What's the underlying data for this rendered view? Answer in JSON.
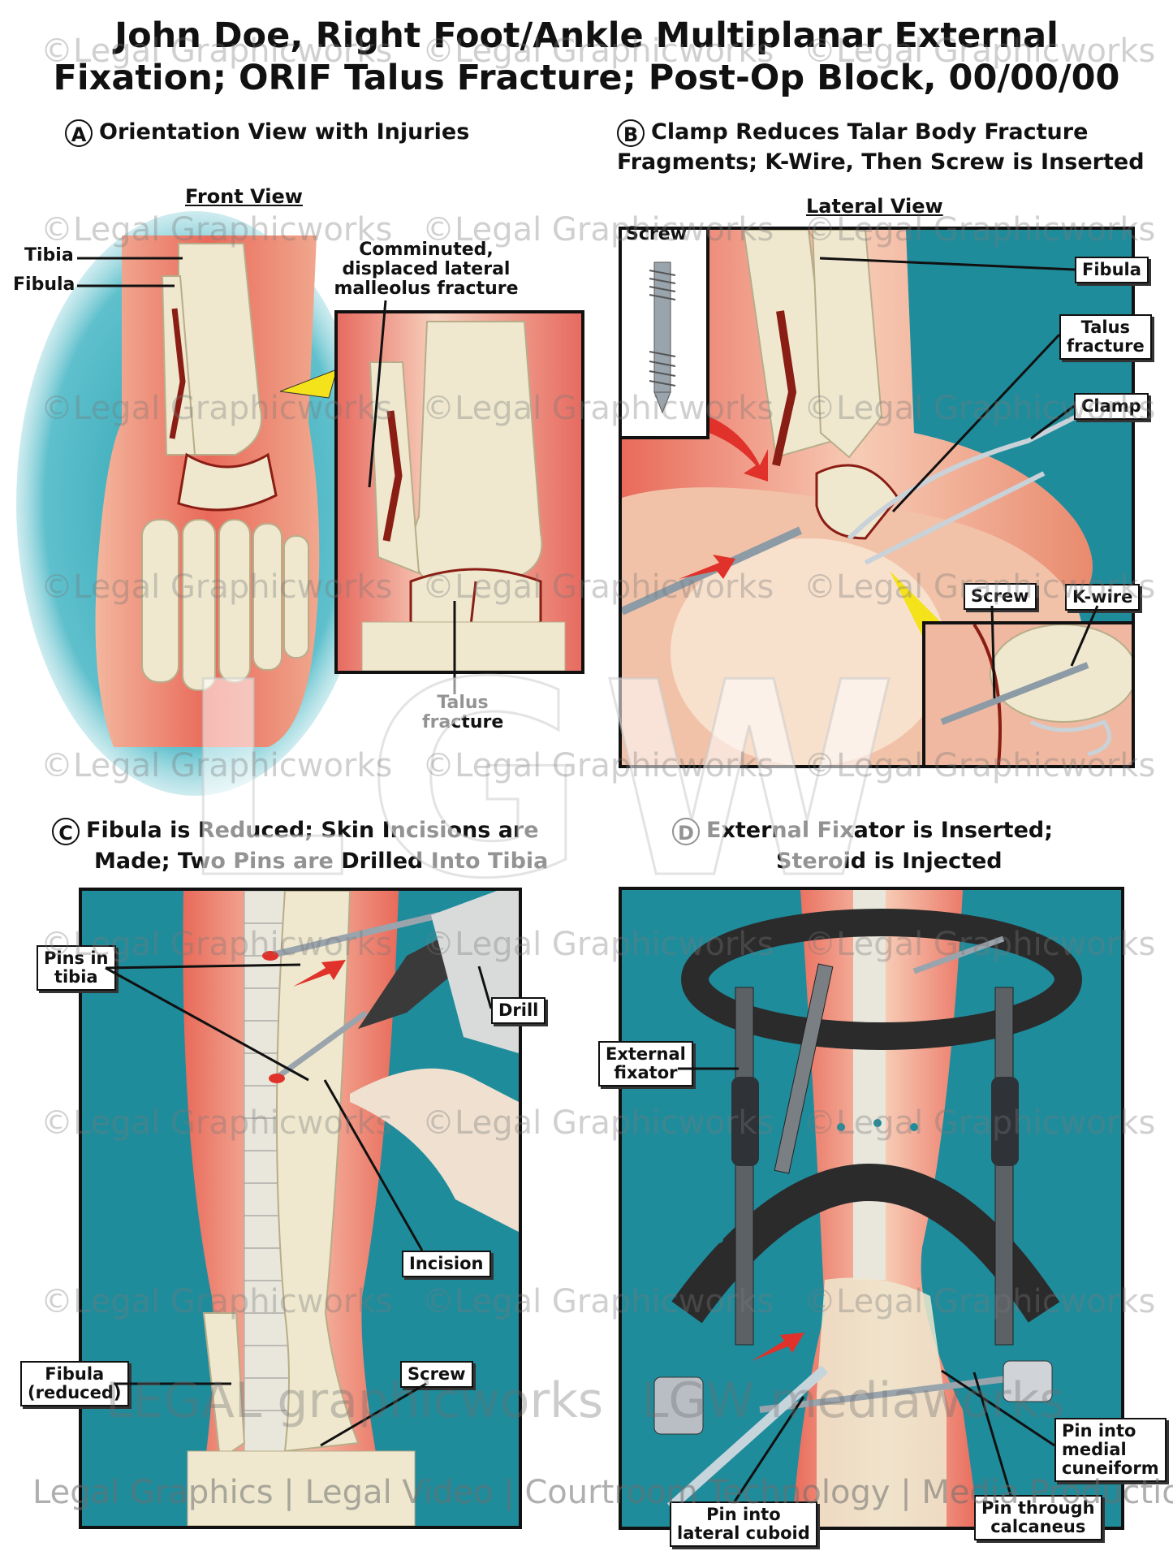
{
  "title_line1": "John Doe, Right Foot/Ankle Multiplanar External",
  "title_line2": "Fixation; ORIF Talus Fracture; Post-Op Block, 00/00/00",
  "panels": {
    "a": {
      "badge": "A",
      "title": "Orientation View with Injuries",
      "view_label": "Front View",
      "labels": {
        "tibia": "Tibia",
        "fibula": "Fibula",
        "fracture_l1": "Comminuted,",
        "fracture_l2": "displaced lateral",
        "fracture_l3": "malleolus fracture",
        "talus_l1": "Talus",
        "talus_l2": "fracture"
      }
    },
    "b": {
      "badge": "B",
      "title_l1": "Clamp Reduces Talar Body Fracture",
      "title_l2": "Fragments; K-Wire, Then Screw is Inserted",
      "view_label": "Lateral View",
      "labels": {
        "screw": "Screw",
        "fibula": "Fibula",
        "talus_l1": "Talus",
        "talus_l2": "fracture",
        "clamp": "Clamp",
        "screw2": "Screw",
        "kwire": "K-wire"
      }
    },
    "c": {
      "badge": "C",
      "title_l1": "Fibula is Reduced; Skin Incisions are",
      "title_l2": "Made; Two Pins are Drilled Into Tibia",
      "labels": {
        "pins_l1": "Pins in",
        "pins_l2": "tibia",
        "drill": "Drill",
        "incision": "Incision",
        "fibula_l1": "Fibula",
        "fibula_l2": "(reduced)",
        "screw": "Screw"
      }
    },
    "d": {
      "badge": "D",
      "title_l1": "External Fixator is Inserted;",
      "title_l2": "Steroid is Injected",
      "labels": {
        "fixator_l1": "External",
        "fixator_l2": "fixator",
        "medial_l1": "Pin into",
        "medial_l2": "medial",
        "medial_l3": "cuneiform",
        "cuboid_l1": "Pin into",
        "cuboid_l2": "lateral cuboid",
        "calc_l1": "Pin through",
        "calc_l2": "calcaneus"
      }
    }
  },
  "watermark": "©Legal Graphicworks",
  "watermark_logo": "LGW",
  "watermark_big": "LEGAL graphicworks",
  "watermark_big2": "LGW mediaworks",
  "watermark_tagline": "Legal Graphics | Legal Video | Courtroom Technology | Media Production",
  "colors": {
    "panel_bg": "#1f8c9c",
    "skin": "#e98a6e",
    "bone": "#efe8cf",
    "fracture": "#8a1d14",
    "arrow": "#e0322a",
    "pointer": "#f4e21a"
  }
}
